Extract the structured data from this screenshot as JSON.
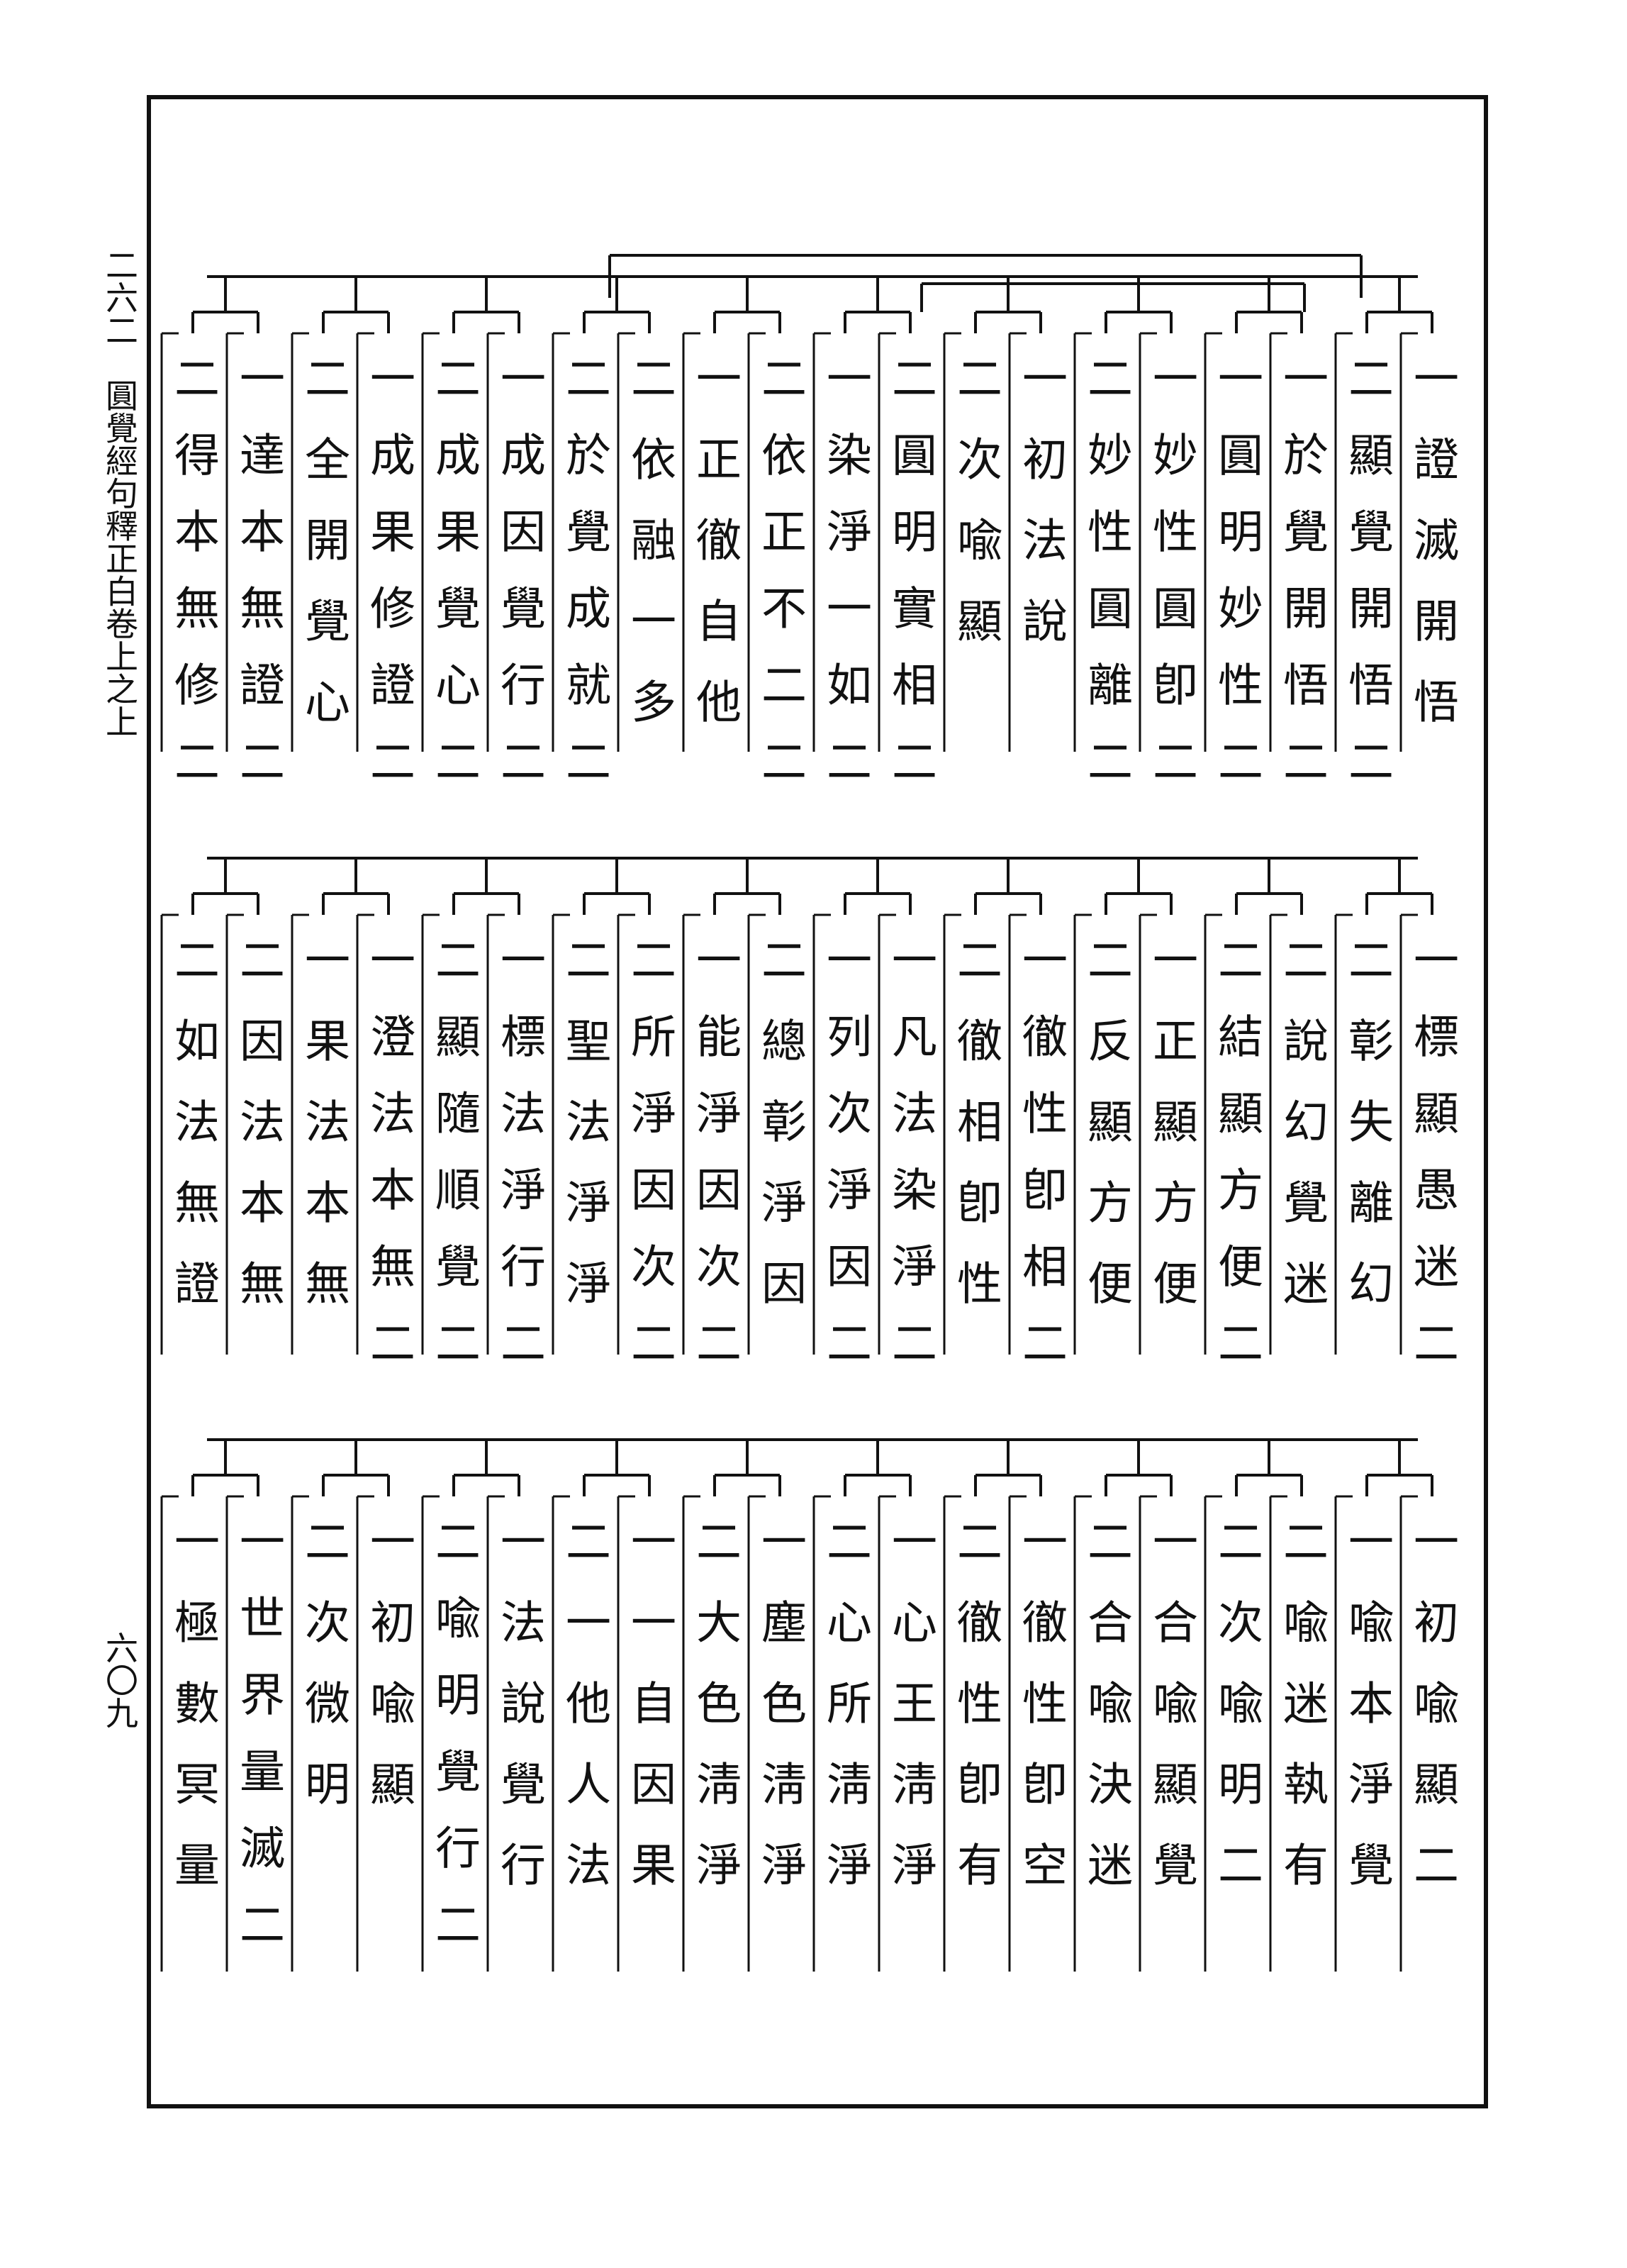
{
  "margin": {
    "running_title": "二六二　圓覺經句釋正白卷上之上",
    "page_number": "六〇九"
  },
  "rows": [
    {
      "columns": [
        "一證滅開悟",
        "二顯覺開悟二",
        "一於覺開悟二",
        "一圓明妙性二",
        "一妙性圓卽二",
        "二妙性圓離二",
        "一初法說",
        "二次喩顯",
        "二圓明實相二",
        "一染淨一如二",
        "二依正不二二",
        "一正徹自他",
        "二依融一多",
        "二於覺成就二",
        "一成因覺行二",
        "二成果覺心二",
        "一成果修證二",
        "二全開覺心",
        "一達本無證二",
        "二得本無修二"
      ]
    },
    {
      "columns": [
        "一標顯愚迷二",
        "二彰失離幻",
        "二說幻覺迷",
        "二結顯方便二",
        "一正顯方便",
        "二反顯方便",
        "一徹性卽相二",
        "二徹相卽性",
        "一凡法染淨二",
        "一列次淨因二",
        "二總彰淨因",
        "一能淨因次二",
        "二所淨因次二",
        "二聖法淨淨",
        "一標法淨行二",
        "二顯隨順覺二",
        "一澄法本無二",
        "一果法本無",
        "二因法本無",
        "二如法無證"
      ]
    },
    {
      "columns": [
        "一初喩顯二",
        "一喩本淨覺",
        "二喩迷執有",
        "二次喩明二",
        "一合喩顯覺",
        "二合喩決迷",
        "一徹性卽空",
        "二徹性卽有",
        "一心王淸淨",
        "二心所淸淨",
        "一塵色淸淨",
        "二大色淸淨",
        "一一自因果",
        "二一他人法",
        "一法說覺行",
        "二喩明覺行二",
        "一初喩顯",
        "二次微明",
        "一世界量滅二",
        "一極數冥量"
      ]
    }
  ]
}
